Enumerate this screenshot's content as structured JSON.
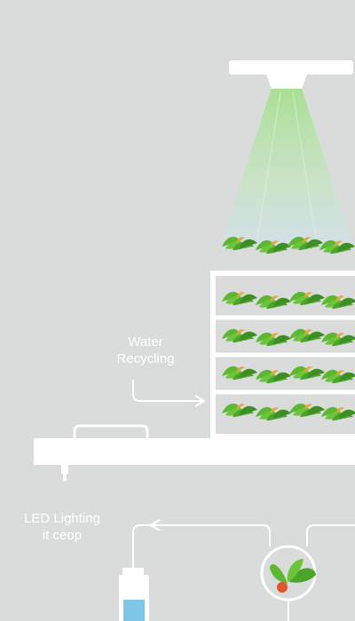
{
  "labels": {
    "water_recycling": [
      "Water",
      "Recycling"
    ],
    "led_lighting": [
      "LED Lighting",
      "it ceop"
    ]
  },
  "colors": {
    "background": "#d9dcdb",
    "structure": "#ffffff",
    "light_beam": "#b8e0a8",
    "leaf": "#5cb830",
    "leaf_dark": "#3e8e25",
    "leaf_tip": "#e0a93a",
    "water": "#7ec6e6",
    "seed": "#e0552a"
  },
  "icons": {
    "lamp": "grow-lamp-icon",
    "bottle": "water-bottle-icon",
    "sprout": "sprout-icon"
  }
}
